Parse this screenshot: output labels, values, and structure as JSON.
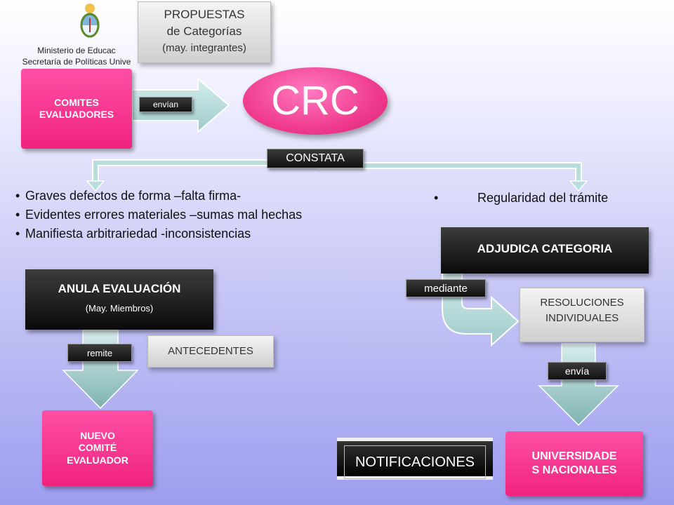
{
  "header": {
    "ministry_line1": "Ministerio de Educac",
    "ministry_line2": "Secretaría de Políticas Unive"
  },
  "nodes": {
    "comites": "COMITES EVALUADORES",
    "propuestas_line1": "PROPUESTAS",
    "propuestas_line2": "de Categorías",
    "propuestas_line3": "(may. integrantes)",
    "crc": "CRC",
    "adjudica": "ADJUDICA CATEGORIA",
    "resoluciones_line1": "RESOLUCIONES",
    "resoluciones_line2": "INDIVIDUALES",
    "anula_title": "ANULA EVALUACIÓN",
    "anula_sub": "(May. Miembros)",
    "antecedentes": "ANTECEDENTES",
    "nuevo_line1": "NUEVO",
    "nuevo_line2": "COMITÉ",
    "nuevo_line3": "EVALUADOR",
    "universidades_line1": "UNIVERSIDADE",
    "universidades_line2": "S NACIONALES",
    "notificaciones": "NOTIFICACIONES"
  },
  "labels": {
    "envian": "envían",
    "constata": "CONSTATA",
    "mediante": "mediante",
    "remite": "remite",
    "envia": "envía"
  },
  "left_points": [
    "Graves defectos de forma –falta firma-",
    "Evidentes errores materiales –sumas mal hechas",
    "Manifiesta arbitrariedad -inconsistencias"
  ],
  "right_point": "Regularidad del trámite",
  "colors": {
    "pink": "#f0237f",
    "arrow_fill": "#b9dcdc",
    "banner": "#111111",
    "doc": "#d9d9d9"
  }
}
